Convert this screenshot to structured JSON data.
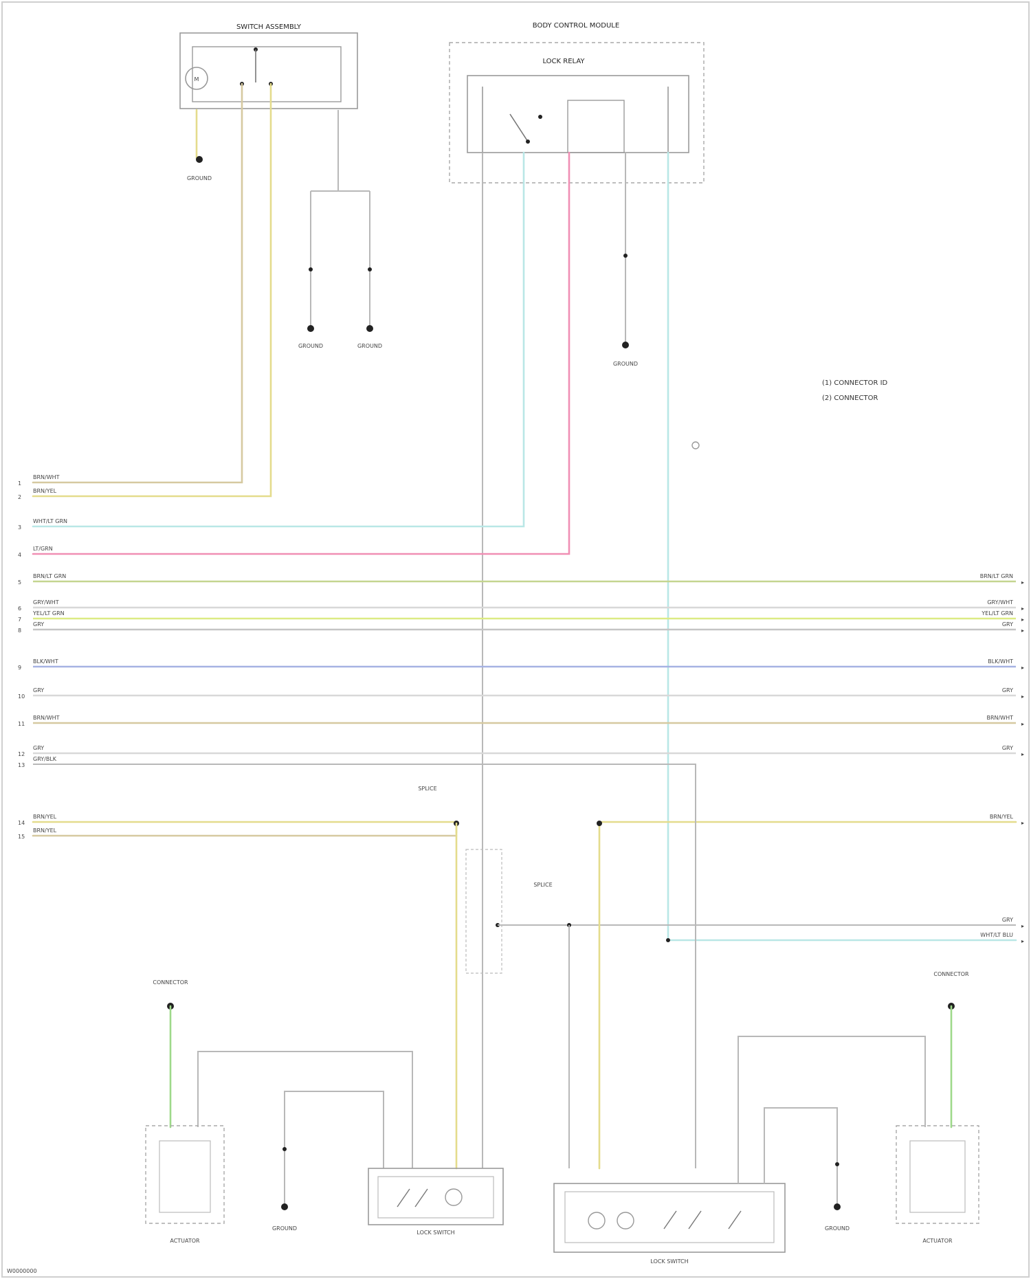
{
  "title": "",
  "colors": {
    "tan": "#d6c9a0",
    "yellow": "#e4dc8c",
    "cyan": "#b9e7e6",
    "pink": "#f08fb4",
    "lime_green": "#c4d58f",
    "lime": "#dceb84",
    "blue": "#a6b2e3",
    "grey": "#c4c4c4",
    "light_grey": "#d8d8d8",
    "green": "#9ed98a",
    "ground": "#222222"
  },
  "legend": {
    "items": [
      "(1) CONNECTOR ID",
      "(2) CONNECTOR"
    ]
  },
  "components": {
    "top_left_switch": "SWITCH ASSEMBLY",
    "top_center_module": "BODY CONTROL MODULE",
    "top_center_relay": "LOCK RELAY",
    "left_ground": "GROUND",
    "mid_ground_a": "GROUND",
    "mid_ground_b": "GROUND",
    "center_ground": "GROUND",
    "splice_upper": "SPLICE",
    "splice_lower": "SPLICE",
    "bottom_left_actuator": "ACTUATOR",
    "bottom_center_left_switch": "LOCK SWITCH",
    "bottom_center_right_switch": "LOCK SWITCH",
    "bottom_right_actuator": "ACTUATOR",
    "bottom_left_feed": "CONNECTOR",
    "bottom_right_feed": "CONNECTOR",
    "bottom_ground_left": "GROUND",
    "bottom_ground_right": "GROUND",
    "footer_code": "W0000000"
  },
  "wires": {
    "left_rows": [
      {
        "pin": "1",
        "label": "BRN/WHT",
        "color": "tan"
      },
      {
        "pin": "2",
        "label": "BRN/YEL",
        "color": "yellow"
      },
      {
        "pin": "3",
        "label": "WHT/LT GRN",
        "color": "cyan"
      },
      {
        "pin": "4",
        "label": "LT/GRN",
        "color": "pink"
      },
      {
        "pin": "5",
        "label": "BRN/LT GRN",
        "color": "lime_green"
      },
      {
        "pin": "6",
        "label": "GRY/WHT",
        "color": "light_grey"
      },
      {
        "pin": "7",
        "label": "YEL/LT GRN",
        "color": "lime"
      },
      {
        "pin": "8",
        "label": "GRY",
        "color": "grey"
      },
      {
        "pin": "9",
        "label": "BLK/WHT",
        "color": "blue"
      },
      {
        "pin": "10",
        "label": "GRY",
        "color": "light_grey"
      },
      {
        "pin": "11",
        "label": "BRN/WHT",
        "color": "tan"
      },
      {
        "pin": "12",
        "label": "GRY",
        "color": "light_grey"
      },
      {
        "pin": "13",
        "label": "GRY/BLK",
        "color": "grey"
      },
      {
        "pin": "14",
        "label": "BRN/YEL",
        "color": "yellow"
      },
      {
        "pin": "15",
        "label": "BRN/YEL",
        "color": "tan"
      }
    ],
    "right_rows": [
      {
        "label": "BRN/LT GRN"
      },
      {
        "label": "GRY/WHT"
      },
      {
        "label": "YEL/LT GRN"
      },
      {
        "label": "GRY"
      },
      {
        "label": "BLK/WHT"
      },
      {
        "label": "GRY"
      },
      {
        "label": "BRN/WHT"
      },
      {
        "label": "GRY"
      },
      {
        "label": "BRN/YEL"
      },
      {
        "label": "GRY"
      },
      {
        "label": "WHT/LT BLU"
      }
    ]
  },
  "footer": "W0000000"
}
